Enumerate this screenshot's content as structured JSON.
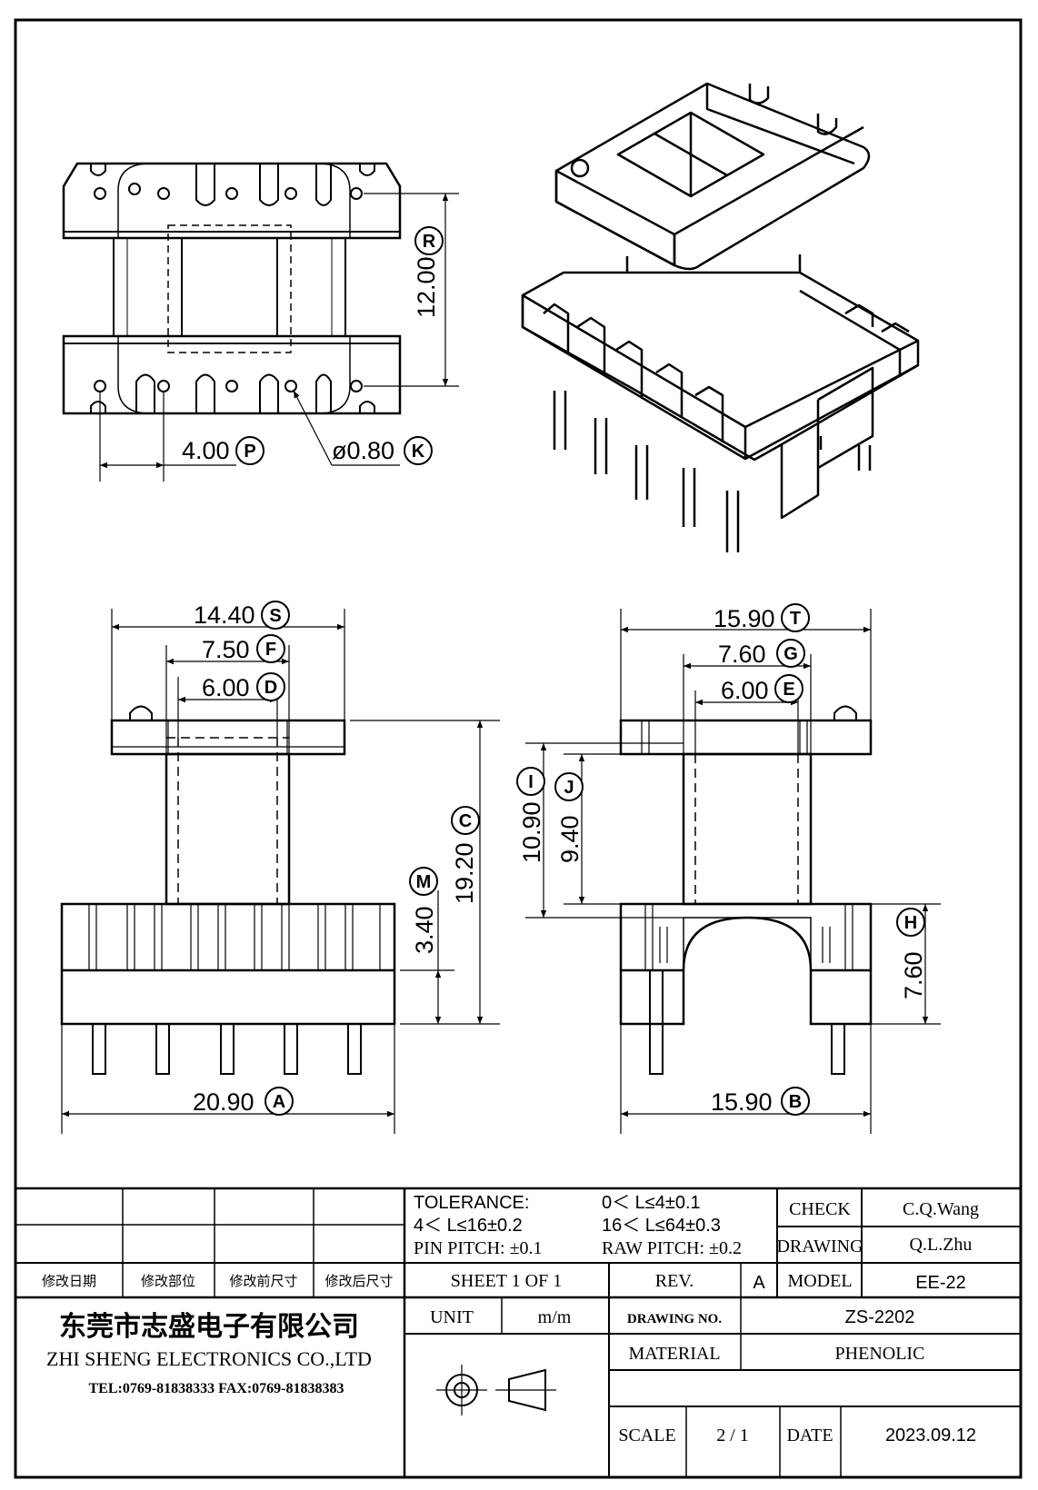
{
  "views": {
    "top": {
      "dim_height": "12.00",
      "tag_height": "R",
      "dim_pitch": "4.00",
      "tag_pitch": "P",
      "dim_hole": "ø0.80",
      "tag_hole": "K"
    },
    "front": {
      "dim_total": "14.40",
      "tag_total": "S",
      "dim_f": "7.50",
      "tag_f": "F",
      "dim_d": "6.00",
      "tag_d": "D",
      "dim_height": "19.20",
      "tag_height": "C",
      "dim_m": "3.40",
      "tag_m": "M",
      "dim_base": "20.90",
      "tag_base": "A"
    },
    "side": {
      "dim_total": "15.90",
      "tag_total": "T",
      "dim_g": "7.60",
      "tag_g": "G",
      "dim_e": "6.00",
      "tag_e": "E",
      "dim_i": "10.90",
      "tag_i": "I",
      "dim_j": "9.40",
      "tag_j": "J",
      "dim_h": "7.60",
      "tag_h": "H",
      "dim_base": "15.90",
      "tag_base": "B"
    }
  },
  "title_block": {
    "revision_headers": [
      "修改日期",
      "修改部位",
      "修改前尺寸",
      "修改后尺寸"
    ],
    "tolerance_label": "TOLERANCE:",
    "tol_1": "0＜ L≤4±0.1",
    "tol_2": "4＜ L≤16±0.2",
    "tol_3": "16＜ L≤64±0.3",
    "pin_pitch": "PIN  PITCH: ±0.1",
    "raw_pitch": "RAW  PITCH: ±0.2",
    "check_label": "CHECK",
    "check_value": "C.Q.Wang",
    "drawing_label": "DRAWING",
    "drawing_value": "Q.L.Zhu",
    "sheet": "SHEET  1  OF  1",
    "rev_label": "REV.",
    "rev_value": "A",
    "model_label": "MODEL",
    "model_value": "EE-22",
    "company_cn": "东莞市志盛电子有限公司",
    "company_en": "ZHI SHENG  ELECTRONICS CO.,LTD",
    "contact": "TEL:0769-81838333 FAX:0769-81838383",
    "unit_label": "UNIT",
    "unit_value": "m/m",
    "drawing_no_label": "DRAWING  NO.",
    "drawing_no_value": "ZS-2202",
    "material_label": "MATERIAL",
    "material_value": "PHENOLIC",
    "scale_label": "SCALE",
    "scale_value": "2  /  1",
    "date_label": "DATE",
    "date_value": "2023.09.12"
  }
}
